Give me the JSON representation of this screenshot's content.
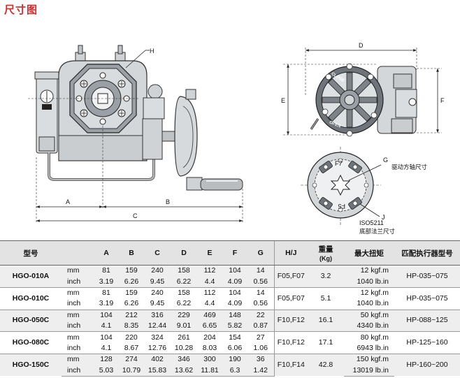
{
  "title": "尺寸图",
  "drawing": {
    "labels": {
      "H": "H",
      "A": "A",
      "B": "B",
      "C": "C",
      "D": "D",
      "E": "E",
      "F": "F",
      "G": "G",
      "J": "J",
      "F7": "F7",
      "F5": "F5",
      "close": "CLOSE",
      "open": "OPEN",
      "g_note": "驱动方轴尺寸",
      "j_note1": "ISO5211",
      "j_note2": "底部法兰尺寸"
    }
  },
  "table": {
    "headers": [
      "型号",
      "",
      "A",
      "B",
      "C",
      "D",
      "E",
      "F",
      "G",
      "H/J",
      "重量\n(Kg)",
      "最大扭矩",
      "匹配执行器型号"
    ],
    "rows": [
      {
        "model": "HGO-010A",
        "hj": "F05,F07",
        "weight": "3.2",
        "actuator": "HP-035~075",
        "mm": [
          "81",
          "159",
          "240",
          "158",
          "112",
          "104",
          "14"
        ],
        "inch": [
          "3.19",
          "6.26",
          "9.45",
          "6.22",
          "4.4",
          "4.09",
          "0.56"
        ],
        "torque_mm": "12 kgf.m",
        "torque_inch": "1040 lb.in"
      },
      {
        "model": "HGO-010C",
        "hj": "F05,F07",
        "weight": "5.1",
        "actuator": "HP-035~075",
        "mm": [
          "81",
          "159",
          "240",
          "158",
          "112",
          "104",
          "14"
        ],
        "inch": [
          "3.19",
          "6.26",
          "9.45",
          "6.22",
          "4.4",
          "4.09",
          "0.56"
        ],
        "torque_mm": "12 kgf.m",
        "torque_inch": "1040 lb.in"
      },
      {
        "model": "HGO-050C",
        "hj": "F10,F12",
        "weight": "16.1",
        "actuator": "HP-088~125",
        "mm": [
          "104",
          "212",
          "316",
          "229",
          "469",
          "148",
          "22"
        ],
        "inch": [
          "4.1",
          "8.35",
          "12.44",
          "9.01",
          "6.65",
          "5.82",
          "0.87"
        ],
        "torque_mm": "50 kgf.m",
        "torque_inch": "4340 lb.in"
      },
      {
        "model": "HGO-080C",
        "hj": "F10,F12",
        "weight": "17.1",
        "actuator": "HP-125~160",
        "mm": [
          "104",
          "220",
          "324",
          "261",
          "204",
          "154",
          "27"
        ],
        "inch": [
          "4.1",
          "8.67",
          "12.76",
          "10.28",
          "8.03",
          "6.06",
          "1.06"
        ],
        "torque_mm": "80 kgf.m",
        "torque_inch": "6943 lb.in"
      },
      {
        "model": "HGO-150C",
        "hj": "F10,F14",
        "weight": "42.8",
        "actuator": "HP-160~200",
        "mm": [
          "128",
          "274",
          "402",
          "346",
          "300",
          "190",
          "36"
        ],
        "inch": [
          "5.03",
          "10.79",
          "15.83",
          "13.62",
          "11.81",
          "6.3",
          "1.42"
        ],
        "torque_mm": "150 kgf.m",
        "torque_inch": "13019 lb.in"
      }
    ],
    "unit_mm": "mm",
    "unit_inch": "inch"
  }
}
